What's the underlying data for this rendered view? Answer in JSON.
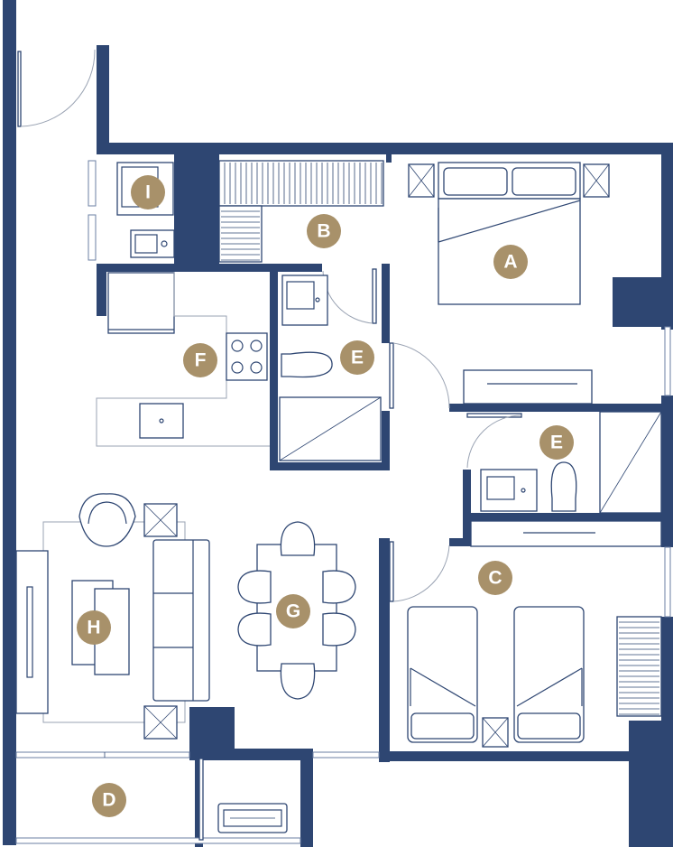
{
  "colors": {
    "wall": "#2e4672",
    "badge": "#a8916a",
    "badge_text": "#ffffff",
    "background": "#ffffff"
  },
  "rooms": {
    "A": {
      "label": "A"
    },
    "B": {
      "label": "B"
    },
    "C": {
      "label": "C"
    },
    "D": {
      "label": "D"
    },
    "E1": {
      "label": "E"
    },
    "E2": {
      "label": "E"
    },
    "F": {
      "label": "F"
    },
    "G": {
      "label": "G"
    },
    "H": {
      "label": "H"
    },
    "I": {
      "label": "I"
    }
  }
}
